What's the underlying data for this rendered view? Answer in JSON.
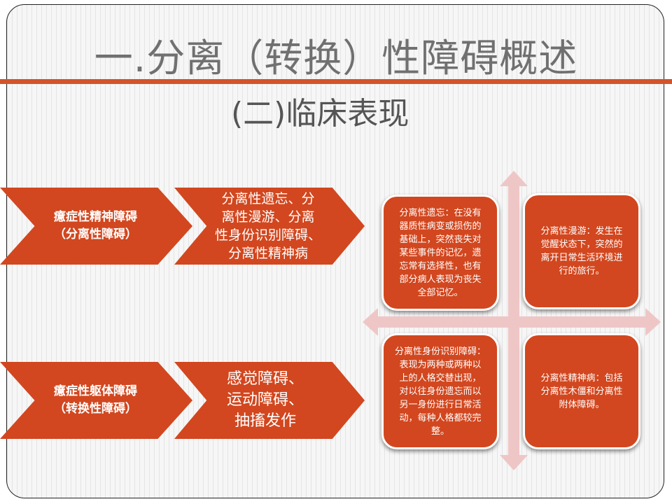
{
  "slide": {
    "title": "一.分离（转换）性障碍概述",
    "subtitle": "(二)临床表现"
  },
  "rows": [
    {
      "category": "癔症性精神障碍\n（分离性障碍）",
      "description": "分离性遗忘、分\n离性漫游、分离\n性身份识别障碍、\n分离性精神病"
    },
    {
      "category": "癔症性躯体障碍\n（转换性障碍）",
      "description": "感觉障碍、\n运动障碍、\n抽搐发作"
    }
  ],
  "quadrants": {
    "top_left": "分离性遗忘：在没有\n器质性病变或损伤的\n基础上，突然丧失对\n某些事件的记忆，遗\n忘常有选择性，也有\n部分病人表现为丧失\n全部记忆。",
    "top_right": "分离性漫游：发生在\n觉醒状态下，突然的\n离开日常生活环境进\n行的旅行。",
    "bottom_left": "分离性身份识别障碍：\n表现为两种或两种以\n上的人格交替出现，\n对以往身份遗忘而以\n另一身份进行日常活\n动，每种人格都较完\n整。",
    "bottom_right": "分离性精神病：包括\n分离性木僵和分离性\n附体障碍。"
  },
  "colors": {
    "accent": "#d2471f",
    "rule": "#d4532a",
    "cross_arrow": "#efc6c6"
  }
}
